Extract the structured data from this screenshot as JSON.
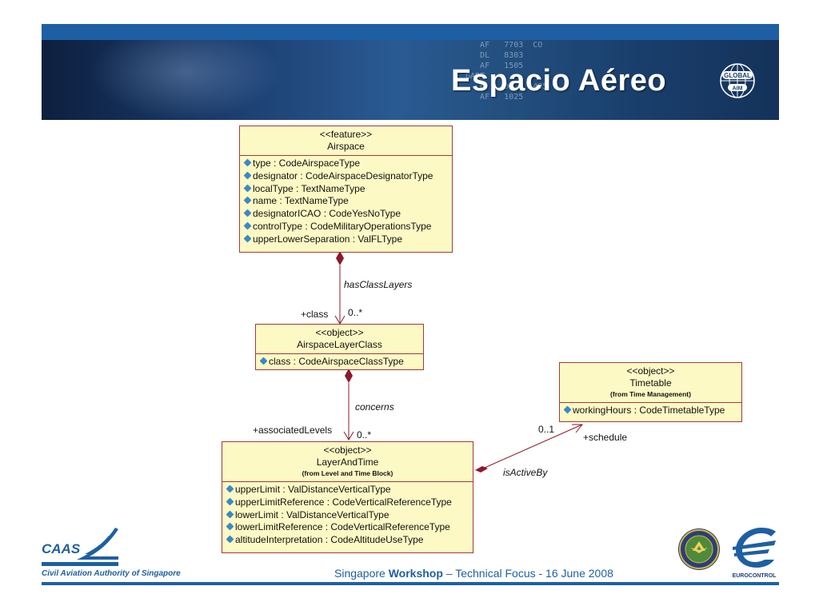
{
  "header": {
    "title": "Espacio Aéreo",
    "logo_text_top": "GLOBAL",
    "logo_text_bottom": "AIM"
  },
  "classes": {
    "airspace": {
      "stereotype": "<<feature>>",
      "name": "Airspace",
      "attributes": [
        "type : CodeAirspaceType",
        "designator : CodeAirspaceDesignatorType",
        "localType : TextNameType",
        "name : TextNameType",
        "designatorICAO : CodeYesNoType",
        "controlType : CodeMilitaryOperationsType",
        "upperLowerSeparation : ValFLType"
      ]
    },
    "layer_class": {
      "stereotype": "<<object>>",
      "name": "AirspaceLayerClass",
      "attributes": [
        "class : CodeAirspaceClassType"
      ]
    },
    "timetable": {
      "stereotype": "<<object>>",
      "name": "Timetable",
      "from": "(from Time Management)",
      "attributes": [
        "workingHours : CodeTimetableType"
      ]
    },
    "layer_time": {
      "stereotype": "<<object>>",
      "name": "LayerAndTime",
      "from": "(from Level and Time Block)",
      "attributes": [
        "upperLimit : ValDistanceVerticalType",
        "upperLimitReference : CodeVerticalReferenceType",
        "lowerLimit : ValDistanceVerticalType",
        "lowerLimitReference : CodeVerticalReferenceType",
        "altitudeInterpretation : CodeAltitudeUseType"
      ]
    }
  },
  "associations": {
    "has_class_layers": {
      "name": "hasClassLayers",
      "role": "+class",
      "multiplicity": "0..*"
    },
    "concerns": {
      "name": "concerns",
      "role": "+associatedLevels",
      "multiplicity": "0..*"
    },
    "is_active_by": {
      "name": "isActiveBy",
      "role": "+schedule",
      "multiplicity": "0..1"
    }
  },
  "footer": {
    "org_abbr": "CAAS",
    "org_name": "Civil Aviation Authority of Singapore",
    "text_pre": "Singapore ",
    "text_bold": "Workshop",
    "text_post": " – Technical Focus - 16 June 2008",
    "euro_label": "EUROCONTROL"
  },
  "colors": {
    "accent": "#1e5fa3",
    "class_fill": "#fdf9c5",
    "class_border": "#a23a3a",
    "diamond": "#8b1a2c"
  }
}
